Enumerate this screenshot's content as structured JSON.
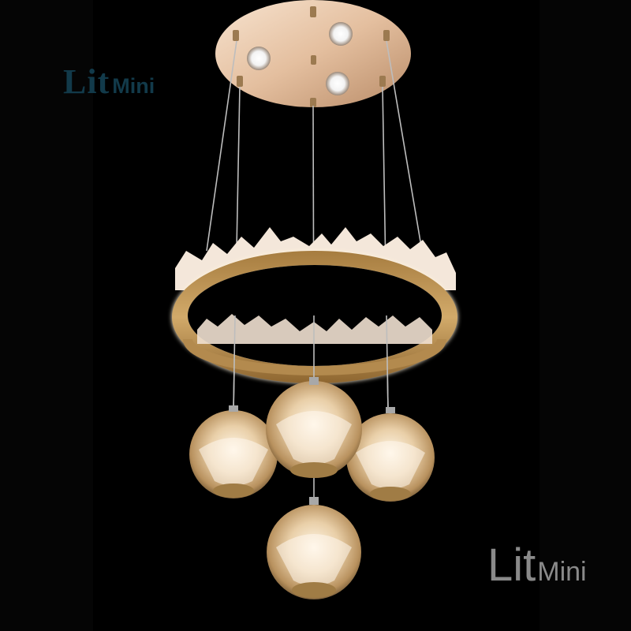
{
  "watermark_top": {
    "lit": "Lit",
    "mini": "Mini"
  },
  "watermark_bottom": {
    "lit": "Lit",
    "mini": "Mini"
  },
  "colors": {
    "background": "#000000",
    "gold": "#c9a063",
    "ring_glow": "#fff4e0",
    "watermark_top": "#123a4a",
    "watermark_bottom": "#8a8a8a"
  }
}
